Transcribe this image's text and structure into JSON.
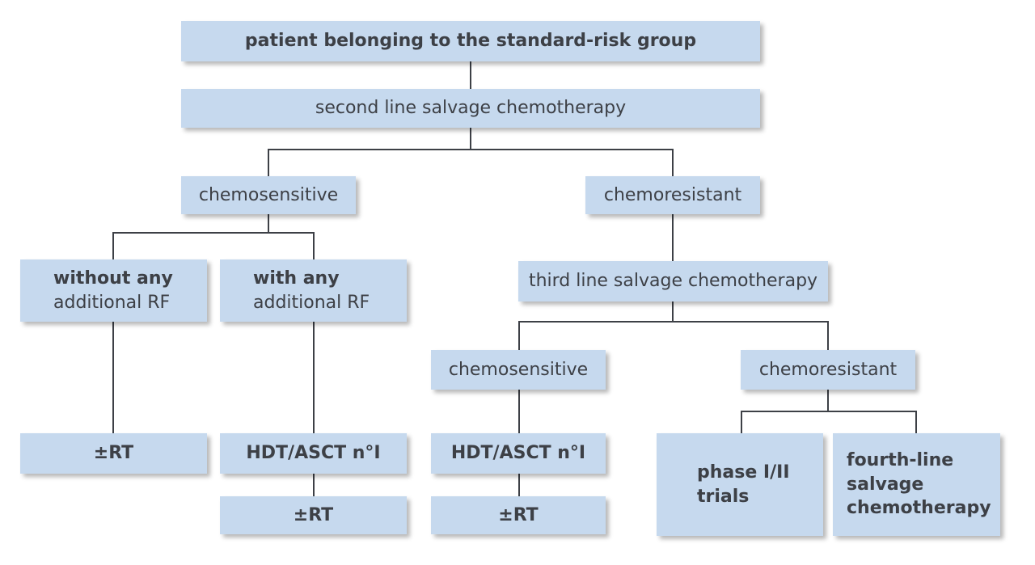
{
  "nodes": {
    "root": "patient belonging to the standard-risk group",
    "second_line": "second line salvage chemotherapy",
    "chemosensitive_1": "chemosensitive",
    "chemoresistant_1": "chemoresistant",
    "without_rf": [
      "without any",
      "additional RF"
    ],
    "with_rf": [
      "with any",
      "additional RF"
    ],
    "third_line": "third line salvage chemotherapy",
    "chemosensitive_2": "chemosensitive",
    "chemoresistant_2": "chemoresistant",
    "rt_a": "±RT",
    "hdt_1": "HDT/ASCT n°I",
    "rt_b": "±RT",
    "hdt_2": "HDT/ASCT n°I",
    "rt_c": "±RT",
    "phase_trials": [
      "phase I/II",
      "trials"
    ],
    "fourth_line": [
      "fourth-line",
      "salvage",
      "chemotherapy"
    ]
  }
}
